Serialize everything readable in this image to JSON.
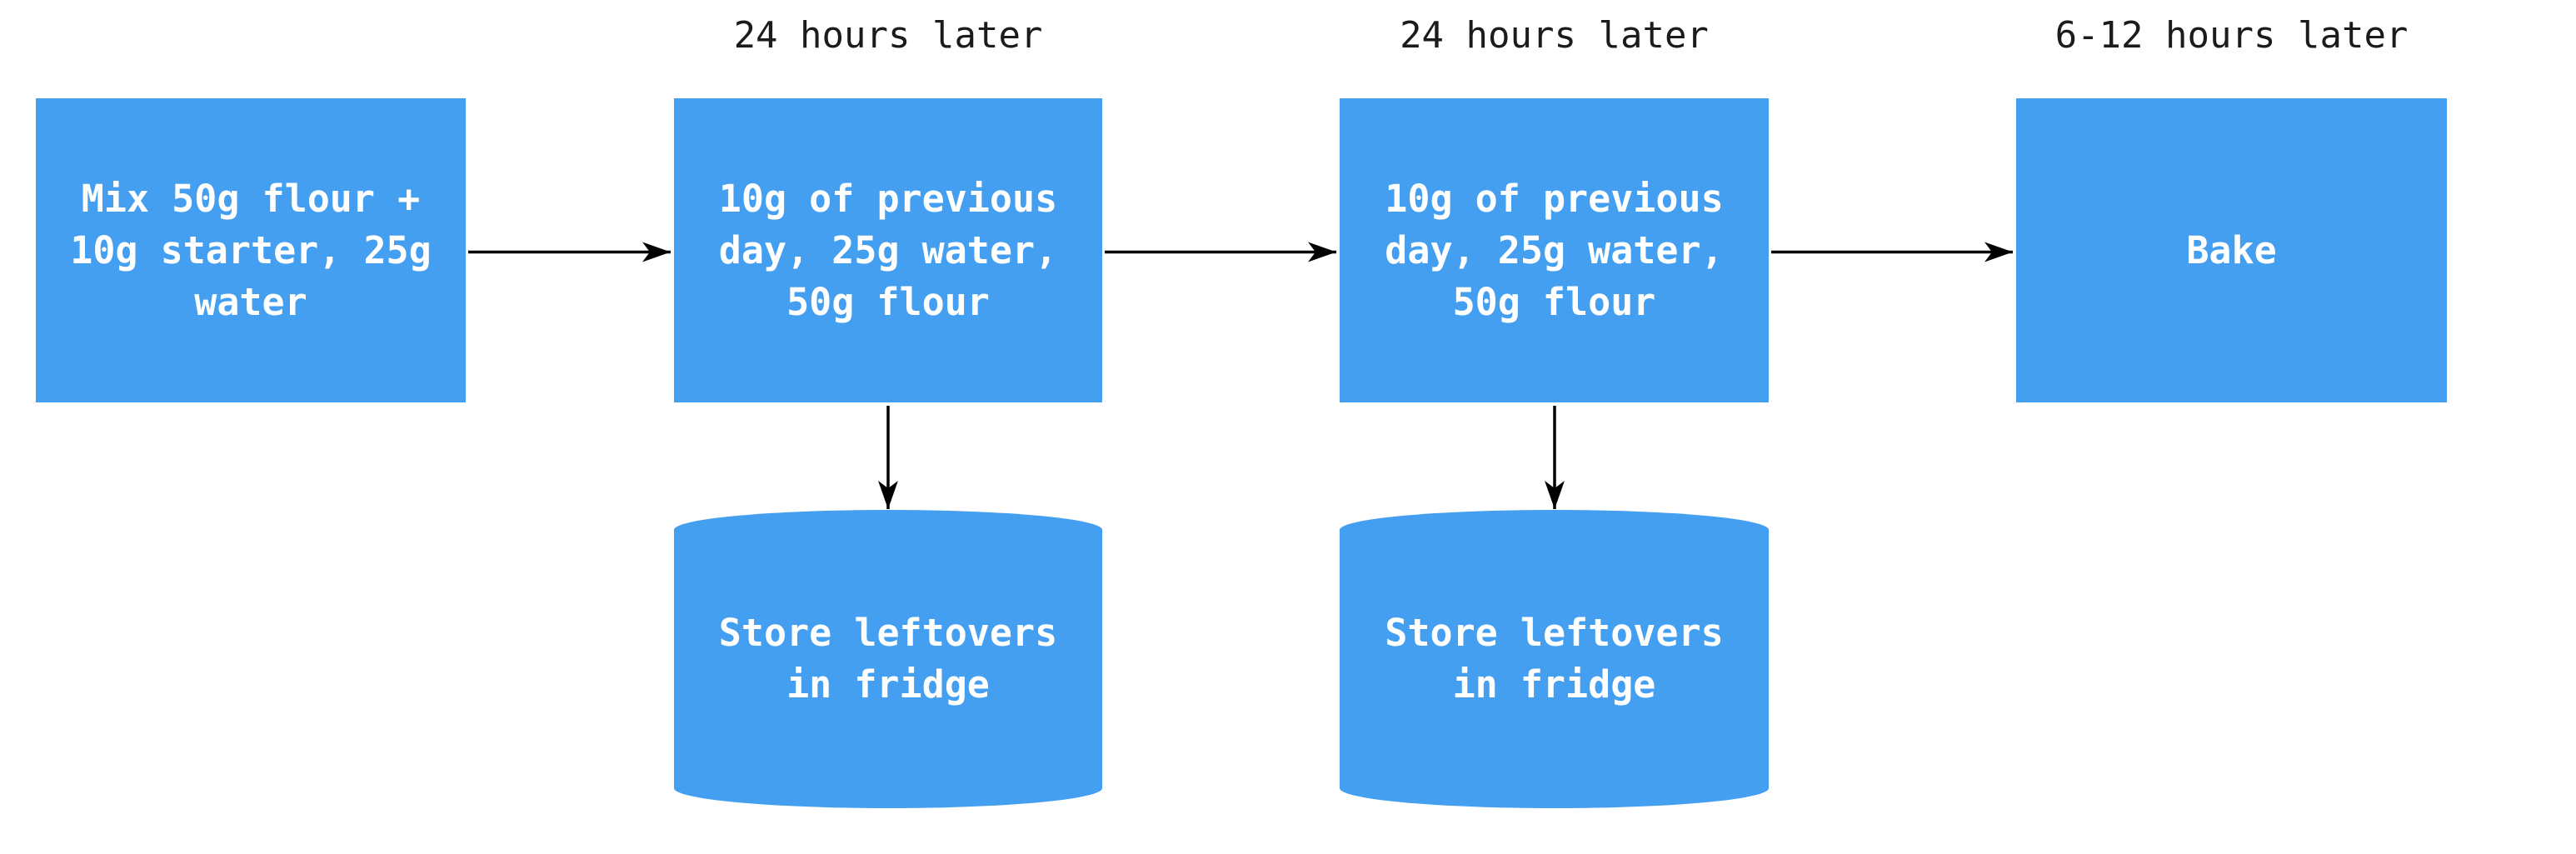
{
  "flowchart": {
    "background": "#ffffff",
    "colors": {
      "node_fill": "#459ff0",
      "node_text": "#ffffff",
      "annotation_text": "#1b1b1b",
      "edge": "#000000"
    },
    "annotations": [
      {
        "text": "24 hours later"
      },
      {
        "text": "24 hours later"
      },
      {
        "text": "6-12 hours later"
      }
    ],
    "nodes": {
      "mix": {
        "label": "Mix 50g flour +\n10g starter, 25g\nwater",
        "shape": "rectangle"
      },
      "feed_day2": {
        "label": "10g of previous\nday, 25g water,\n50g flour",
        "shape": "rectangle"
      },
      "feed_day3": {
        "label": "10g of previous\nday, 25g water,\n50g flour",
        "shape": "rectangle"
      },
      "bake": {
        "label": "Bake",
        "shape": "rectangle"
      },
      "store_1": {
        "label": "Store leftovers\nin fridge",
        "shape": "cylinder"
      },
      "store_2": {
        "label": "Store leftovers\nin fridge",
        "shape": "cylinder"
      }
    },
    "edges": [
      {
        "from": "mix",
        "to": "feed_day2"
      },
      {
        "from": "feed_day2",
        "to": "feed_day3"
      },
      {
        "from": "feed_day3",
        "to": "bake"
      },
      {
        "from": "feed_day2",
        "to": "store_1"
      },
      {
        "from": "feed_day3",
        "to": "store_2"
      }
    ]
  }
}
